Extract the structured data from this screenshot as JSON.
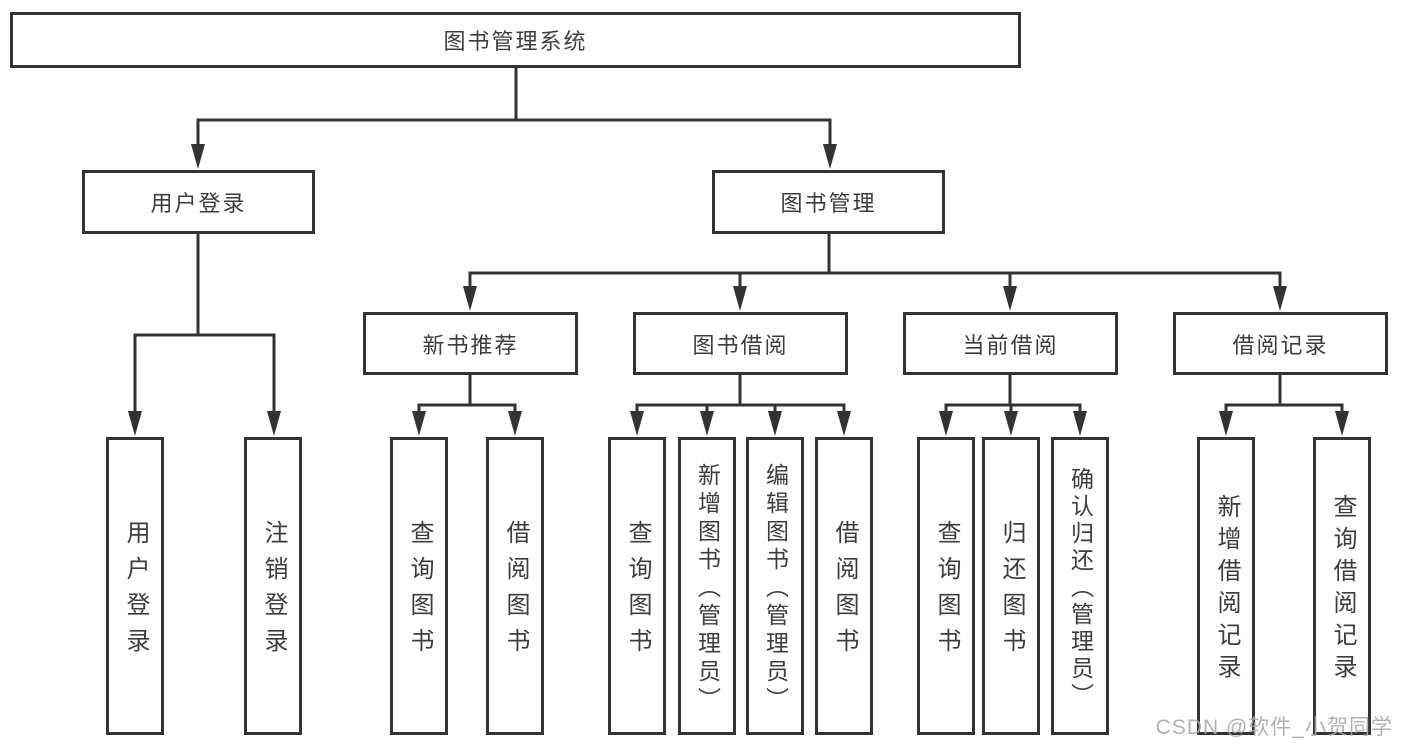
{
  "colors": {
    "line": "#333333",
    "border": "#333333",
    "text": "#3d3d3d",
    "background": "#ffffff",
    "watermark": "#a9a9a9"
  },
  "watermark": {
    "text": "CSDN @软件_小贺同学"
  },
  "tree": {
    "label": "图书管理系统",
    "children": [
      {
        "label": "用户登录",
        "children": [
          {
            "label": "用户登录"
          },
          {
            "label": "注销登录"
          }
        ]
      },
      {
        "label": "图书管理",
        "children": [
          {
            "label": "新书推荐",
            "children": [
              {
                "label": "查询图书"
              },
              {
                "label": "借阅图书"
              }
            ]
          },
          {
            "label": "图书借阅",
            "children": [
              {
                "label": "查询图书"
              },
              {
                "label": "新增图书（管理员）"
              },
              {
                "label": "编辑图书（管理员）"
              },
              {
                "label": "借阅图书"
              }
            ]
          },
          {
            "label": "当前借阅",
            "children": [
              {
                "label": "查询图书"
              },
              {
                "label": "归还图书"
              },
              {
                "label": "确认归还（管理员）"
              }
            ]
          },
          {
            "label": "借阅记录",
            "children": [
              {
                "label": "新增借阅记录"
              },
              {
                "label": "查询借阅记录"
              }
            ]
          }
        ]
      }
    ]
  }
}
